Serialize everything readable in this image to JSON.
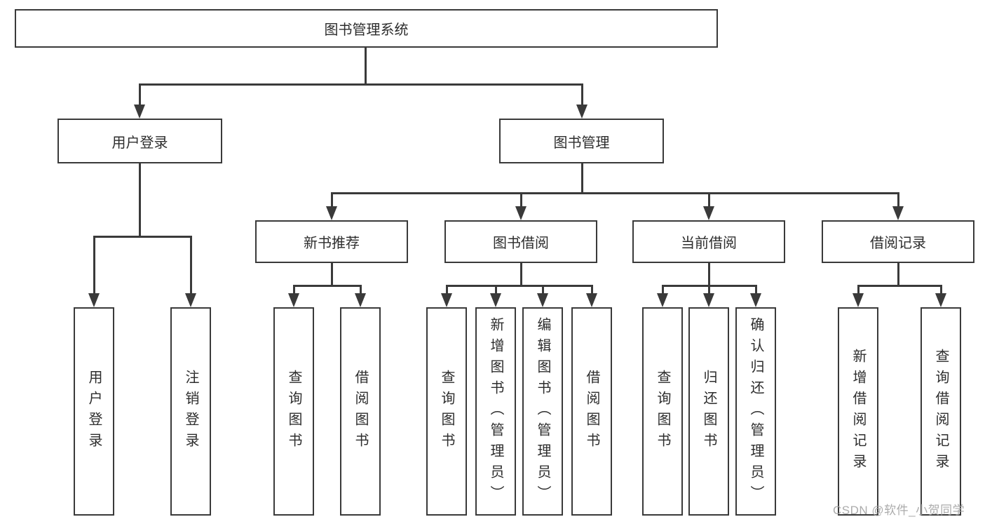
{
  "diagram_title": "图书管理系统",
  "colors": {
    "line": "#3a3a3a",
    "text": "#2d2d2d",
    "box_background": "#ffffff",
    "watermark": "#a3a3a3"
  },
  "nodes": {
    "root": "图书管理系统",
    "user_login": "用户登录",
    "book_mgmt": "图书管理",
    "new_book_rec": "新书推荐",
    "book_borrow": "图书借阅",
    "current_borrow": "当前借阅",
    "borrow_records": "借阅记录",
    "leaf_user_login": "用户登录",
    "leaf_logout": "注销登录",
    "leaf_rec_query": "查询图书",
    "leaf_rec_borrow": "借阅图书",
    "leaf_bb_query": "查询图书",
    "leaf_bb_add": "新增图书（管理员）",
    "leaf_bb_edit": "编辑图书（管理员）",
    "leaf_bb_borrow": "借阅图书",
    "leaf_cb_query": "查询图书",
    "leaf_cb_return": "归还图书",
    "leaf_cb_confirm": "确认归还（管理员）",
    "leaf_br_add": "新增借阅记录",
    "leaf_br_query": "查询借阅记录"
  },
  "watermark": "CSDN @软件_小贺同学"
}
